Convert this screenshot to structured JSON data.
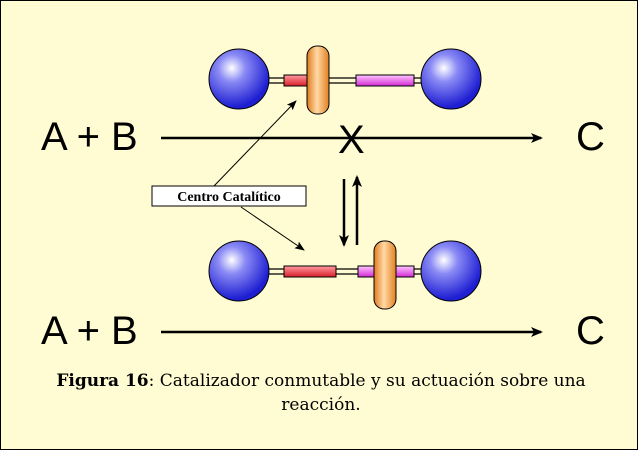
{
  "reaction_top": {
    "reactants": "A + B",
    "product": "C",
    "blocked_mark": "X"
  },
  "reaction_bottom": {
    "reactants": "A + B",
    "product": "C"
  },
  "callout_label": "Centro Catalítico",
  "caption": {
    "prefix": "Figura 16",
    "text": ": Catalizador conmutable y su actuación sobre una reacción."
  },
  "colors": {
    "background": "#fffbd2",
    "sphere": "#2a2ae0",
    "ring": "#f3a14b",
    "red_segment": "#e8323c",
    "magenta_segment": "#e646e6"
  }
}
